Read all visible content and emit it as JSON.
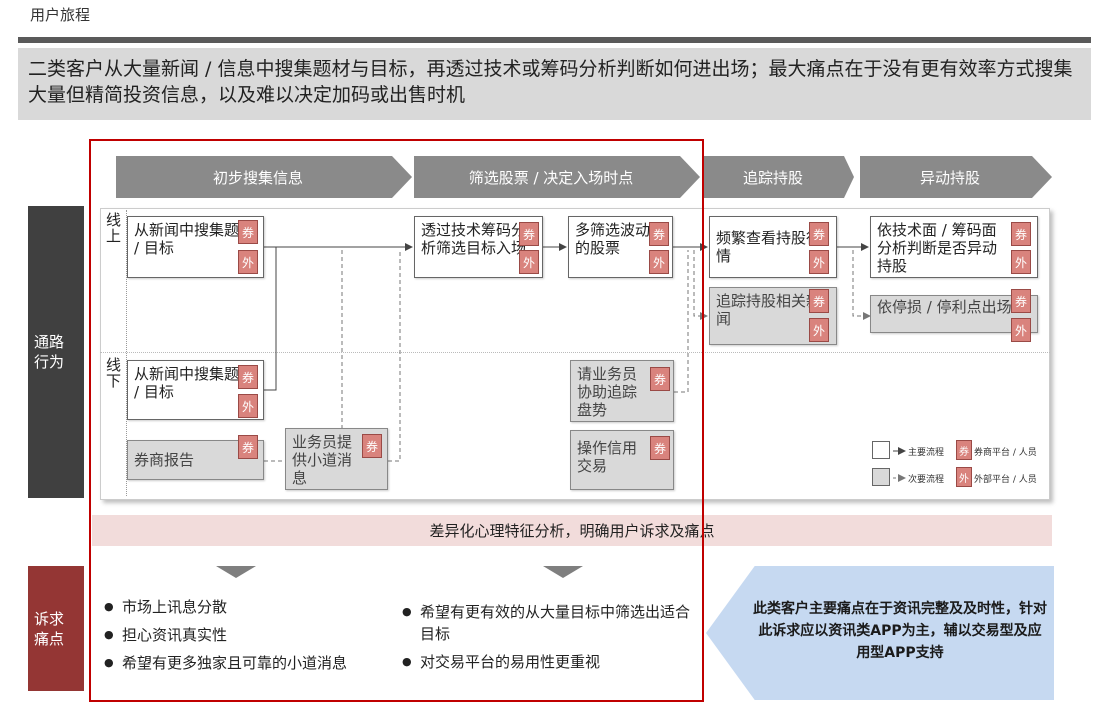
{
  "page": {
    "title": "用户旅程",
    "summary": "二类客户从大量新闻 / 信息中搜集题材与目标，再透过技术或筹码分析判断如何进出场；最大痛点在于没有更有效率方式搜集大量但精简投资信息，以及难以决定加码或出售时机"
  },
  "stages": [
    {
      "label": "初步搜集信息"
    },
    {
      "label": "筛选股票 / 决定入场时点"
    },
    {
      "label": "追踪持股"
    },
    {
      "label": "异动持股"
    }
  ],
  "side_labels": {
    "channel": "通路\n行为",
    "pain": "诉求\n痛点"
  },
  "rows": {
    "online": "线\n上",
    "offline": "线\n下"
  },
  "badges": {
    "broker": "券",
    "external": "外"
  },
  "nodes": {
    "online_collect": "从新闻中搜集题材 / 目标",
    "tech_filter": "透过技术筹码分析筛选目标入场",
    "volatile": "多筛选波动大的股票",
    "check_quotes": "频繁查看持股行情",
    "track_news": "追踪持股相关新闻",
    "judge_change": "依技术面 / 筹码面分析判断是否异动持股",
    "stop_loss": "依停损 / 停利点出场",
    "offline_collect": "从新闻中搜集题材 / 目标",
    "broker_report": "券商报告",
    "agent_tips": "业务员提供小道消息",
    "agent_track": "请业务员协助追踪盘势",
    "credit_trade": "操作信用交易"
  },
  "legend": {
    "main_flow": "主要流程",
    "sub_flow": "次要流程",
    "broker_platform": "券商平台 / 人员",
    "external_platform": "外部平台 / 人员"
  },
  "diff_bar": "差异化心理特征分析，明确用户诉求及痛点",
  "pain_points_left": [
    "市场上讯息分散",
    "担心资讯真实性",
    "希望有更多独家且可靠的小道消息"
  ],
  "pain_points_right": [
    "希望有更有效的从大量目标中筛选出适合目标",
    "对交易平台的易用性更重视"
  ],
  "conclusion": "此类客户主要痛点在于资讯完整及及时性，针对此诉求应以资讯类APP为主，辅以交易型及应用型APP支持",
  "colors": {
    "stage": "#8a8a8a",
    "channel_side": "#404040",
    "pain_side": "#943634",
    "badge": "#d9837d",
    "diff_bar": "#f2dcdb",
    "conclusion": "#c6d9f1",
    "focus_frame": "#c00000"
  }
}
